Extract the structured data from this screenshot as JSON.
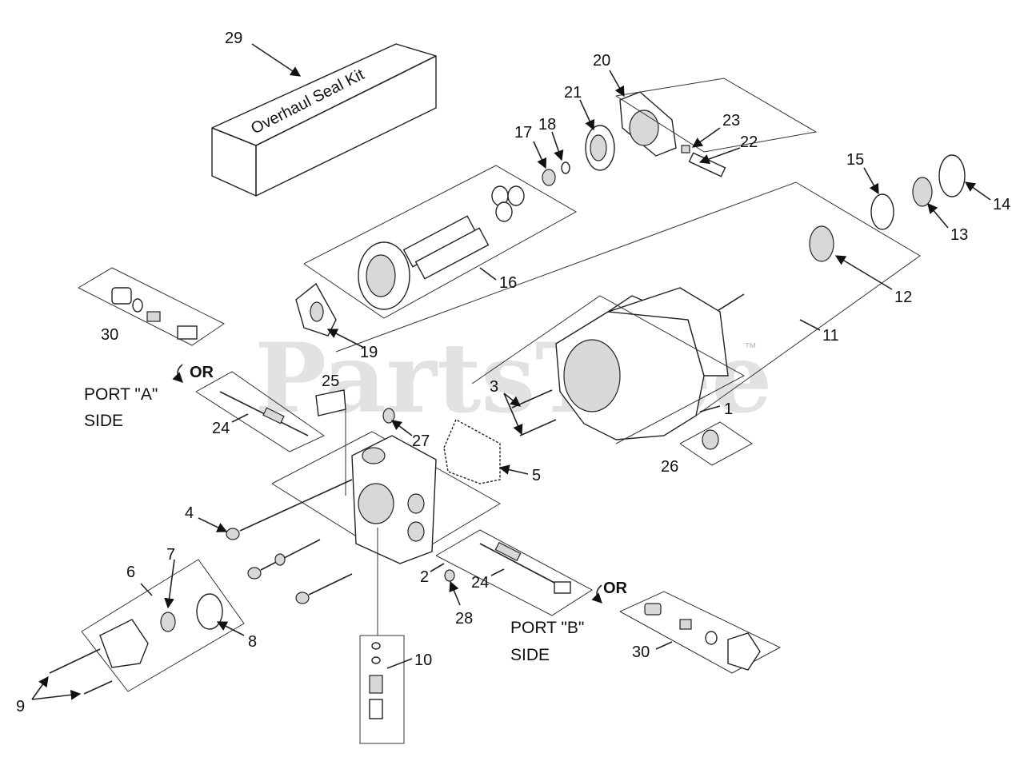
{
  "watermark": "PartsTree",
  "trademark": "™",
  "kit_label": "Overhaul Seal Kit",
  "or_label": "OR",
  "port_a": [
    "PORT \"A\"",
    "SIDE"
  ],
  "port_b": [
    "PORT \"B\"",
    "SIDE"
  ],
  "callouts": [
    "29",
    "20",
    "21",
    "17",
    "18",
    "23",
    "22",
    "15",
    "14",
    "13",
    "12",
    "16",
    "11",
    "30",
    "19",
    "25",
    "3",
    "1",
    "24",
    "27",
    "5",
    "26",
    "4",
    "7",
    "6",
    "2",
    "24",
    "28",
    "8",
    "10",
    "30",
    "9"
  ]
}
